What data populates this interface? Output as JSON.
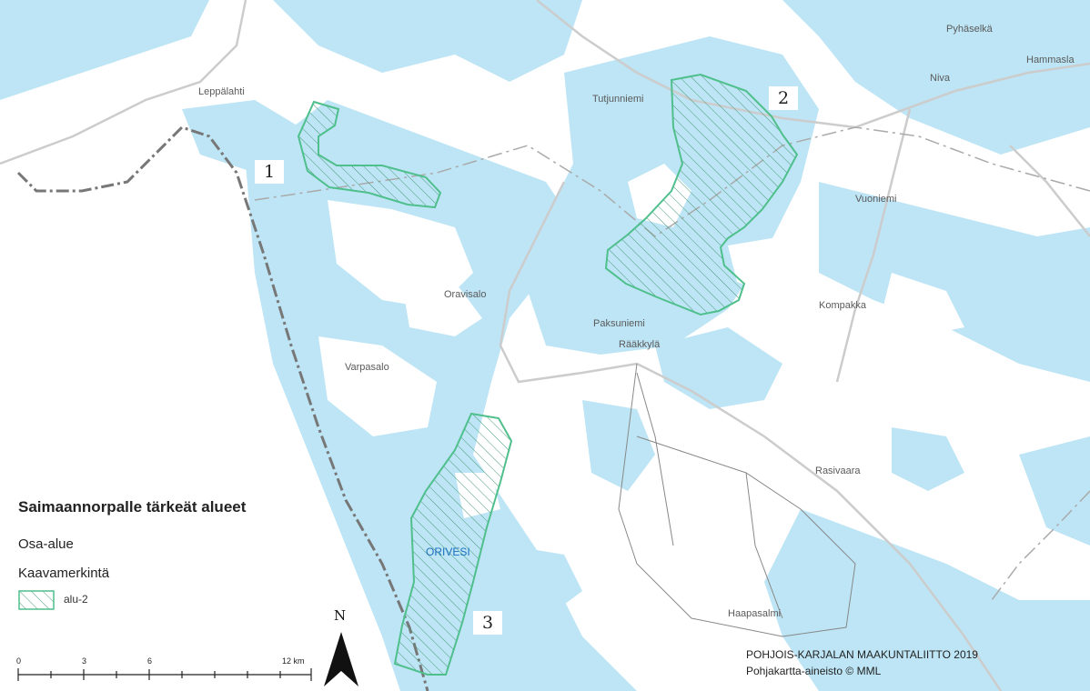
{
  "map": {
    "colors": {
      "water": "#bde5f5",
      "land": "#ffffff",
      "area_outline": "#4fbf8c",
      "road": "#c8c8c8",
      "border": "#777777"
    },
    "places": [
      {
        "id": "leppalahti",
        "name": "Leppälahti"
      },
      {
        "id": "tutjunniemi",
        "name": "Tutjunniemi"
      },
      {
        "id": "pyhaselka",
        "name": "Pyhäselkä"
      },
      {
        "id": "hammaslahti",
        "name": "Hammasla"
      },
      {
        "id": "niva",
        "name": "Niva"
      },
      {
        "id": "vuoniemi",
        "name": "Vuoniemi"
      },
      {
        "id": "oravisalo",
        "name": "Oravisalo"
      },
      {
        "id": "paksuniemi",
        "name": "Paksuniemi"
      },
      {
        "id": "raakkyla",
        "name": "Rääkkylä"
      },
      {
        "id": "kompakka",
        "name": "Kompakka"
      },
      {
        "id": "varpasalo",
        "name": "Varpasalo"
      },
      {
        "id": "rasivaara",
        "name": "Rasivaara"
      },
      {
        "id": "haapasalmi",
        "name": "Haapasalmi"
      }
    ],
    "water_name": "ORIVESI",
    "area_labels": [
      "1",
      "2",
      "3"
    ]
  },
  "legend": {
    "title": "Saimaannorpalle tärkeät alueet",
    "subtitle": "Osa-alue",
    "category": "Kaavamerkintä",
    "item": "alu-2"
  },
  "scale": {
    "ticks": [
      "0",
      "3",
      "6",
      "12 km"
    ]
  },
  "north": "N",
  "credits": {
    "line1": "POHJOIS-KARJALAN MAAKUNTALIITTO 2019",
    "line2": "Pohjakartta-aineisto © MML"
  }
}
